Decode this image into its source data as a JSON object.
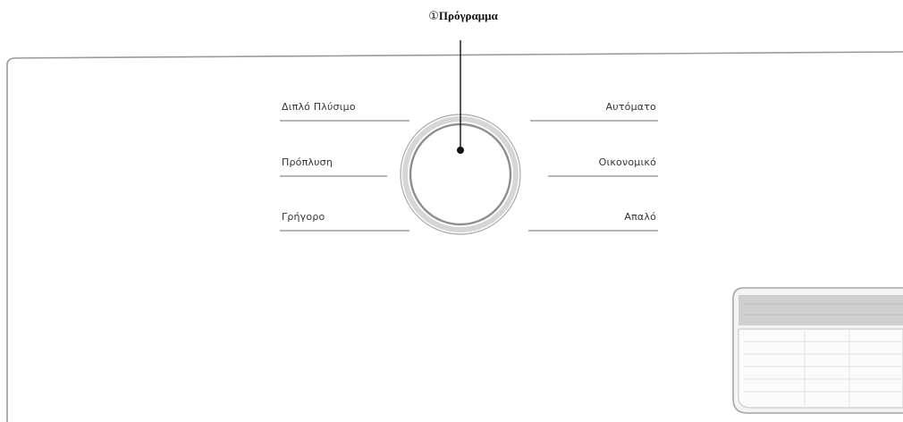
{
  "callout": {
    "number": "①",
    "label": "Πρόγραμμα"
  },
  "programs": {
    "left": [
      "Διπλό Πλύσιμο",
      "Πρόπλυση",
      "Γρήγορο"
    ],
    "right": [
      "Αυτόματο",
      "Οικονομικό",
      "Απαλό"
    ]
  },
  "colors": {
    "panel_outline": "#9a9a9a",
    "label_line": "#8a8a8a",
    "knob_ring": "#b8b8b8",
    "knob_inner": "#8e8e8e",
    "display_frame": "#a5a5a5",
    "display_header": "#cfcfcf"
  }
}
